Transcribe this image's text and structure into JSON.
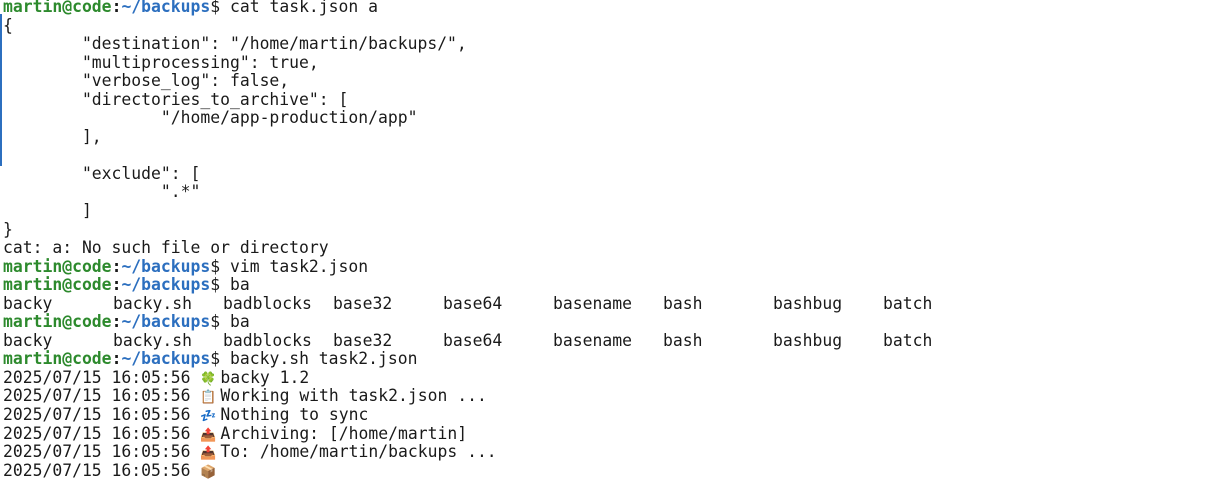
{
  "prompt": {
    "user_host": "martin@code",
    "separator": ":",
    "path": "~/backups",
    "symbol": "$"
  },
  "cat_command": " cat task.json a",
  "json_lines": [
    "{",
    "        \"destination\": \"/home/martin/backups/\",",
    "        \"multiprocessing\": true,",
    "        \"verbose_log\": false,",
    "        \"directories_to_archive\": [",
    "                \"/home/app-production/app\"",
    "        ],",
    "",
    "        \"exclude\": [",
    "                \".*\"",
    "        ]",
    "}"
  ],
  "cat_error": "cat: a: No such file or directory",
  "vim_command": " vim task2.json",
  "ba_command_1": " ba",
  "completions_1": [
    "backy",
    "backy.sh",
    "badblocks",
    "base32",
    "base64",
    "basename",
    "bash",
    "bashbug",
    "batch"
  ],
  "ba_command_2": " ba",
  "completions_2": [
    "backy",
    "backy.sh",
    "badblocks",
    "base32",
    "base64",
    "basename",
    "bash",
    "bashbug",
    "batch"
  ],
  "backy_command": " backy.sh task2.json",
  "log_lines": [
    {
      "timestamp": "2025/07/15 16:05:56",
      "icon": "clover-icon",
      "glyph": "🍀",
      "color": "#3a9d3a",
      "message": "backy 1.2"
    },
    {
      "timestamp": "2025/07/15 16:05:56",
      "icon": "clipboard-icon",
      "glyph": "📋",
      "color": "#8a6a3a",
      "message": "Working with task2.json ..."
    },
    {
      "timestamp": "2025/07/15 16:05:56",
      "icon": "sleeping-icon",
      "glyph": "💤",
      "color": "#3a7fd0",
      "message": "Nothing to sync"
    },
    {
      "timestamp": "2025/07/15 16:05:56",
      "icon": "outbox-tray-icon",
      "glyph": "📤",
      "color": "#c0502a",
      "message": "Archiving: [/home/martin]"
    },
    {
      "timestamp": "2025/07/15 16:05:56",
      "icon": "outbox-tray-icon",
      "glyph": "📤",
      "color": "#c0502a",
      "message": "To: /home/martin/backups ..."
    },
    {
      "timestamp": "2025/07/15 16:05:56",
      "icon": "package-icon",
      "glyph": "📦",
      "color": "#b5854a",
      "message": ""
    }
  ],
  "colors": {
    "prompt_user": "#2d8a2d",
    "prompt_path": "#2c6fbf",
    "text": "#1a1a1a",
    "background": "#ffffff"
  }
}
